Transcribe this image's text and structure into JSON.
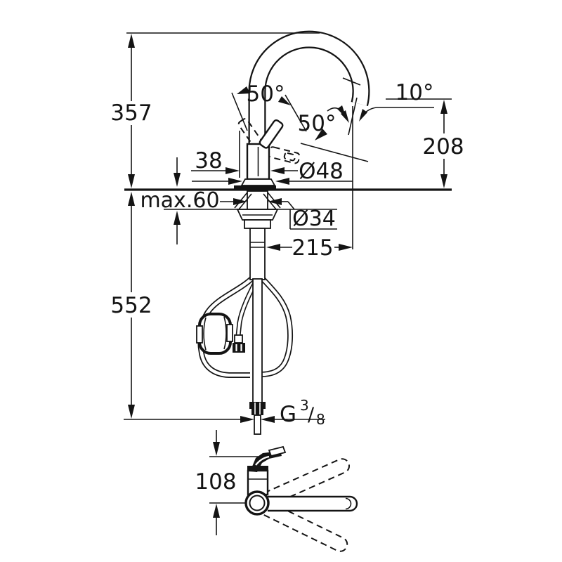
{
  "drawing": {
    "labels": {
      "total_height": "357",
      "under_height": "552",
      "handle_width": "38",
      "body_dia": "Ø48",
      "counter_thickness": "max.60",
      "shank_dia": "Ø34",
      "reach": "215",
      "outlet_height": "208",
      "swivel_height": "108",
      "angle_handle_a": "50°",
      "angle_handle_b": "50°",
      "angle_outlet": "10°",
      "thread_g": "G",
      "thread_sup": "3",
      "thread_slash": "/",
      "thread_sub": "8"
    },
    "line_color": "#141414",
    "background": "#ffffff"
  }
}
